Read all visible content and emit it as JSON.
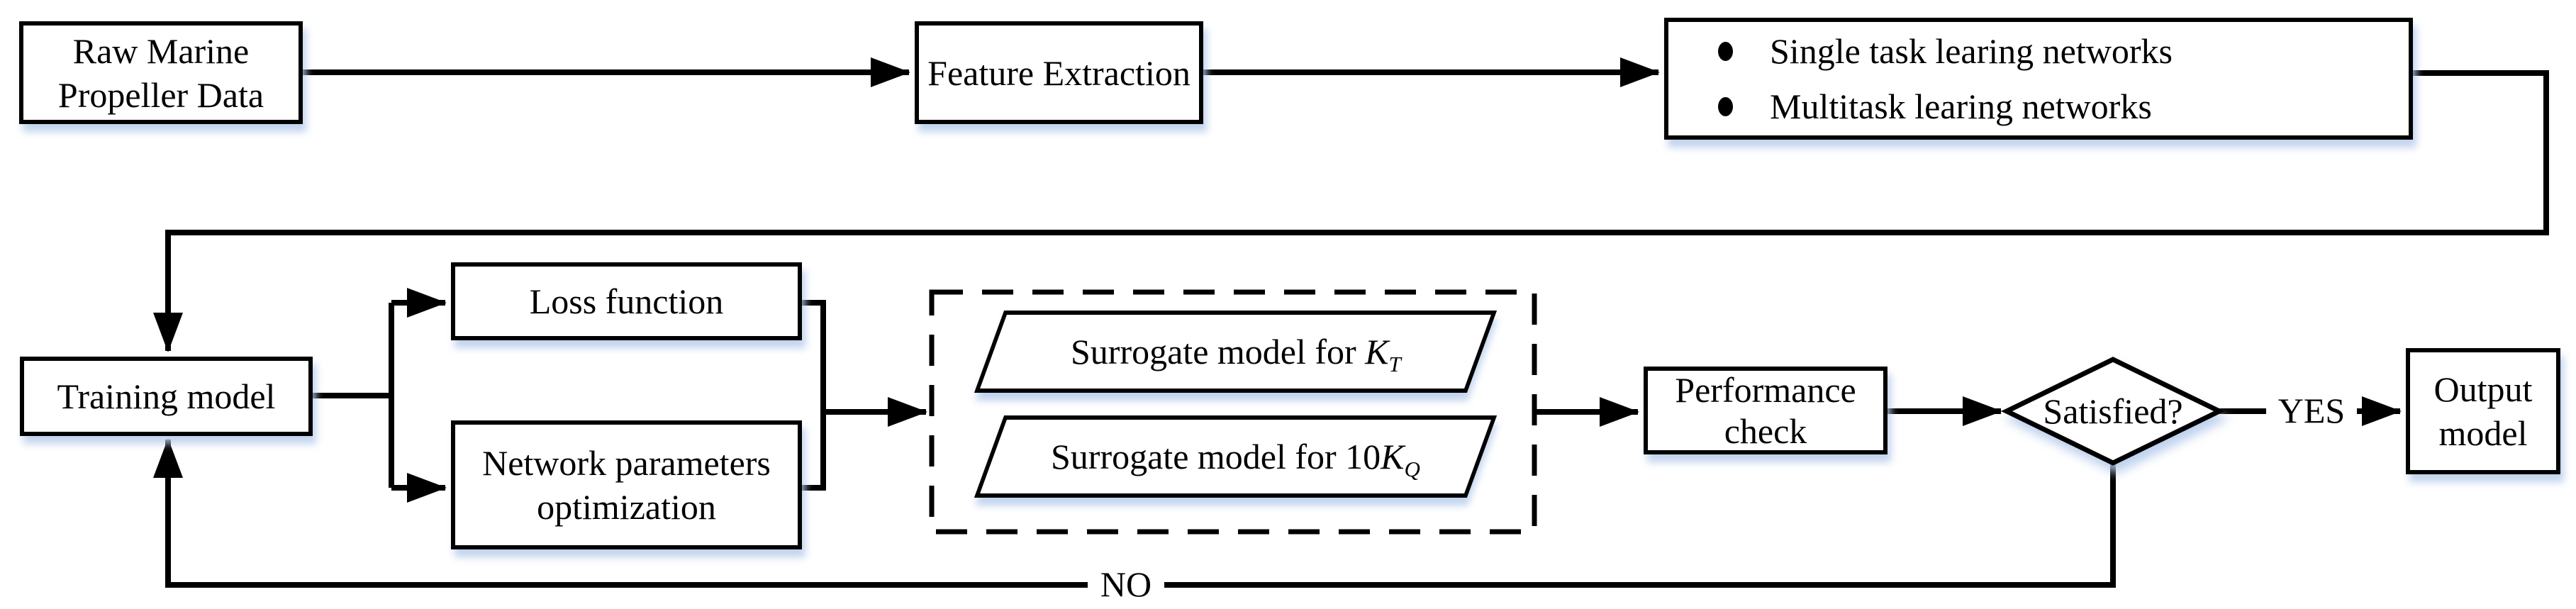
{
  "nodes": {
    "raw_data": {
      "line1": "Raw Marine",
      "line2": "Propeller Data"
    },
    "feature_extraction": {
      "label": "Feature Extraction"
    },
    "networks": {
      "items": [
        {
          "label": "Single task learing networks"
        },
        {
          "label": "Multitask learing networks"
        }
      ]
    },
    "training_model": {
      "label": "Training model"
    },
    "loss_function": {
      "label": "Loss function"
    },
    "network_params": {
      "line1": "Network parameters",
      "line2": "optimization"
    },
    "surrogate_kt": {
      "prefix": "Surrogate model for ",
      "symbol": "K",
      "subscript": "T"
    },
    "surrogate_kq": {
      "prefix": "Surrogate model for 10",
      "symbol": "K",
      "subscript": "Q"
    },
    "performance_check": {
      "line1": "Performance",
      "line2": "check"
    },
    "satisfied": {
      "label": "Satisfied?"
    },
    "output_model": {
      "line1": "Output",
      "line2": "model"
    }
  },
  "edges": {
    "yes_label": "YES",
    "no_label": "NO"
  },
  "colors": {
    "line": "#000000",
    "box_fill": "#ffffff",
    "box_border": "#000000",
    "shadow": "#b7ccec",
    "background": "#ffffff"
  }
}
